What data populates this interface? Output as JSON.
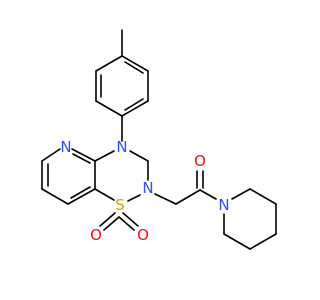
{
  "colors": {
    "bond": "#000000",
    "N": "#3050F8",
    "O": "#FF0D0D",
    "S": "#C8A800",
    "background": "#FFFFFF"
  },
  "atoms": {
    "n_pyridine": "N",
    "n_ring": "N",
    "n_sulfonamide": "N",
    "n_piperidine": "N",
    "s_sulfonyl": "S",
    "o_sulfonyl_left": "O",
    "o_sulfonyl_right": "O",
    "o_carbonyl": "O"
  }
}
